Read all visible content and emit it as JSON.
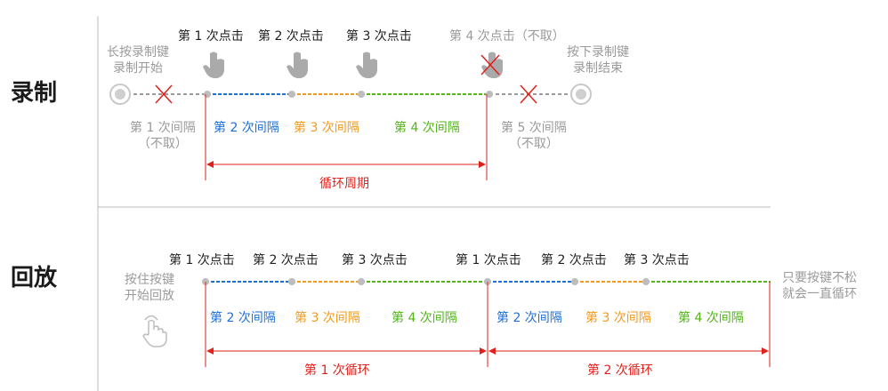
{
  "colors": {
    "gray": "#9a9a9a",
    "dark": "#1f1f1f",
    "blue": "#1e6fd9",
    "orange": "#f39a1e",
    "green": "#52b418",
    "red": "#e0211b"
  },
  "record": {
    "title": "录制",
    "clicks": [
      "第 1 次点击",
      "第 2 次点击",
      "第 3 次点击"
    ],
    "click4": "第 4 次点击（不取）",
    "start_label": "长按录制键\n录制开始",
    "end_label": "按下录制键\n录制结束",
    "interval1": "第 1 次间隔\n（不取）",
    "interval2": "第 2 次间隔",
    "interval3": "第 3 次间隔",
    "interval4": "第 4 次间隔",
    "interval5": "第 5 次间隔\n（不取）",
    "cycle": "循环周期"
  },
  "playback": {
    "title": "回放",
    "hold_label": "按住按键\n开始回放",
    "loop_note": "只要按键不松\n就会一直循环",
    "loop1_clicks": [
      "第 1 次点击",
      "第 2 次点击",
      "第 3 次点击"
    ],
    "loop2_clicks": [
      "第 1 次点击",
      "第 2 次点击",
      "第 3 次点击"
    ],
    "loop1_intervals": [
      "第 2 次间隔",
      "第 3 次间隔",
      "第 4 次间隔"
    ],
    "loop2_intervals": [
      "第 2 次间隔",
      "第 3 次间隔",
      "第 4 次间隔"
    ],
    "loop1": "第 1 次循环",
    "loop2": "第 2 次循环"
  }
}
